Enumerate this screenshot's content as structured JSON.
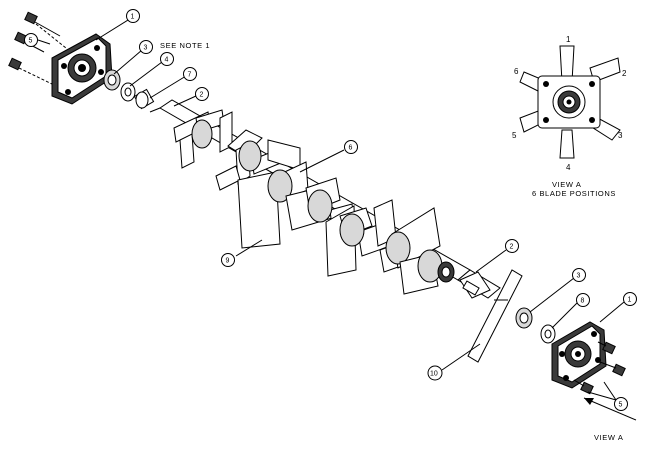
{
  "notes": {
    "see_note": "SEE NOTE 1"
  },
  "view_a": {
    "title": "VIEW A",
    "subtitle": "6 BLADE POSITIONS",
    "positions": [
      "1",
      "2",
      "3",
      "4",
      "5",
      "6"
    ]
  },
  "view_arrow_label": "VIEW A",
  "callouts": [
    {
      "id": "c1-top",
      "label": "1"
    },
    {
      "id": "c5-top",
      "label": "5"
    },
    {
      "id": "c3-top",
      "label": "3"
    },
    {
      "id": "c4-top",
      "label": "4"
    },
    {
      "id": "c7-top",
      "label": "7"
    },
    {
      "id": "c2-top",
      "label": "2"
    },
    {
      "id": "c6-mid",
      "label": "6"
    },
    {
      "id": "c9-mid",
      "label": "9"
    },
    {
      "id": "c2-bot",
      "label": "2"
    },
    {
      "id": "c3-bot",
      "label": "3"
    },
    {
      "id": "c8-bot",
      "label": "8"
    },
    {
      "id": "c1-bot",
      "label": "1"
    },
    {
      "id": "c10-bot",
      "label": "10"
    },
    {
      "id": "c5-bot",
      "label": "5"
    }
  ]
}
